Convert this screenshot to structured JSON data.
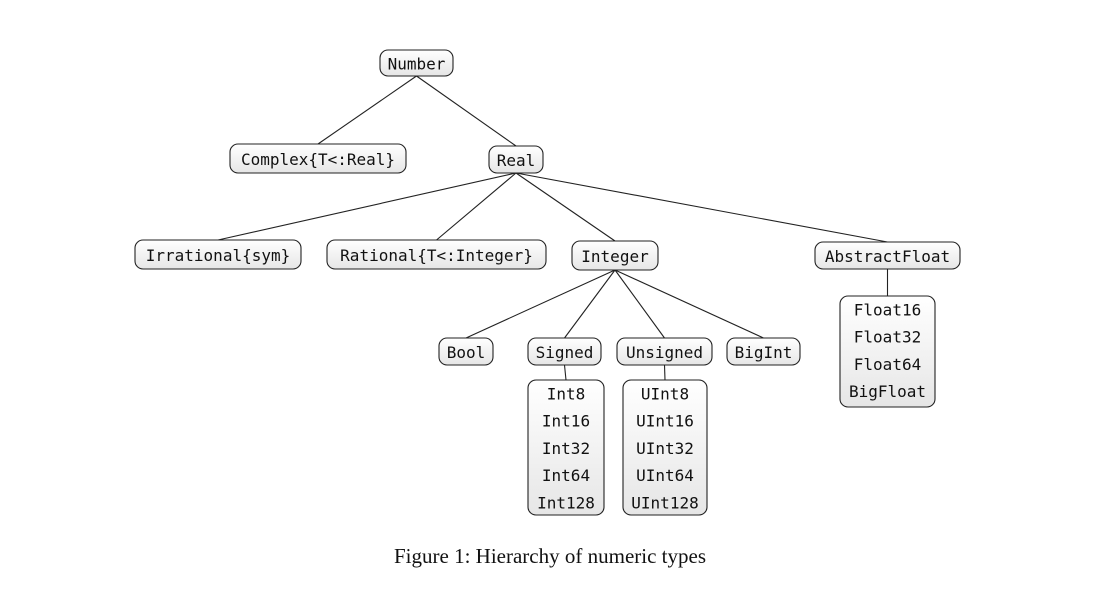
{
  "diagram": {
    "nodes": {
      "number": "Number",
      "complex": "Complex{T<:Real}",
      "real": "Real",
      "irrational": "Irrational{sym}",
      "rational": "Rational{T<:Integer}",
      "integer": "Integer",
      "abstractfloat": "AbstractFloat",
      "bool": "Bool",
      "signed": "Signed",
      "unsigned": "Unsigned",
      "bigint": "BigInt"
    },
    "float_types": [
      "Float16",
      "Float32",
      "Float64",
      "BigFloat"
    ],
    "signed_types": [
      "Int8",
      "Int16",
      "Int32",
      "Int64",
      "Int128"
    ],
    "unsigned_types": [
      "UInt8",
      "UInt16",
      "UInt32",
      "UInt64",
      "UInt128"
    ],
    "edges": [
      [
        "number",
        "complex"
      ],
      [
        "number",
        "real"
      ],
      [
        "real",
        "irrational"
      ],
      [
        "real",
        "rational"
      ],
      [
        "real",
        "integer"
      ],
      [
        "real",
        "abstractfloat"
      ],
      [
        "integer",
        "bool"
      ],
      [
        "integer",
        "signed"
      ],
      [
        "integer",
        "unsigned"
      ],
      [
        "integer",
        "bigint"
      ],
      [
        "abstractfloat",
        "float_types"
      ],
      [
        "signed",
        "signed_types"
      ],
      [
        "unsigned",
        "unsigned_types"
      ]
    ]
  },
  "caption": "Figure 1: Hierarchy of numeric types"
}
